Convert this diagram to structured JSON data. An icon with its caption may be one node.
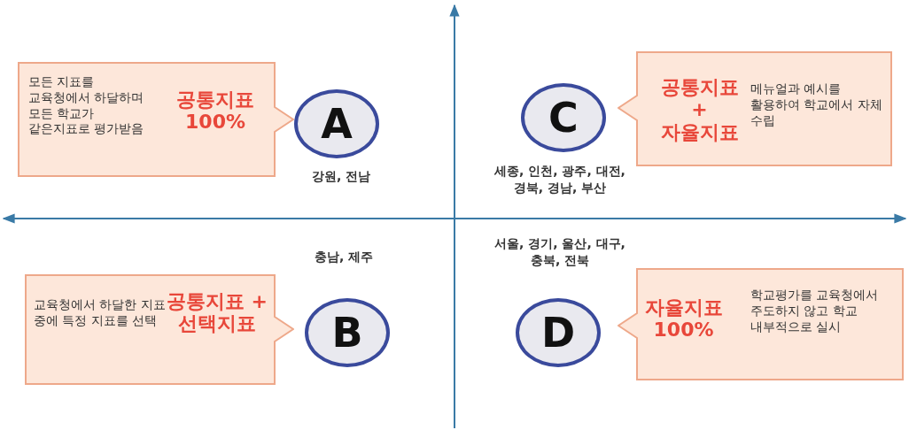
{
  "diagram": {
    "nodes": [
      {
        "text": [
          "모든 지표를 교육청에서 하달하며 모든 학교가 같은지표로 평가받음",
          "공통지표 100%"
        ]
      },
      {
        "text": [
          "A"
        ]
      },
      {
        "text": [
          "공통지표 + 자율지표",
          "메뉴얼과 예시를 활용하여 학교에서 자체 수립"
        ]
      },
      {
        "text": [
          "C"
        ]
      },
      {
        "text": [
          "교육청에서 하달한 지표 중에 특정 지표를 선택",
          "공통지표 + 선택지표"
        ]
      },
      {
        "text": [
          "B"
        ]
      },
      {
        "text": [
          "D"
        ]
      },
      {
        "text": [
          "자율지표 100%",
          "학교평가를 교육청에서 주도하지 않고 학교 내부적으로 실시"
        ]
      }
    ],
    "labels": [
      "강원, 전남",
      "세종, 인천, 광주, 대전, 경북, 경남, 부산",
      "충남, 제주",
      "서울, 경기, 울산, 대구, 충북, 전북"
    ]
  }
}
